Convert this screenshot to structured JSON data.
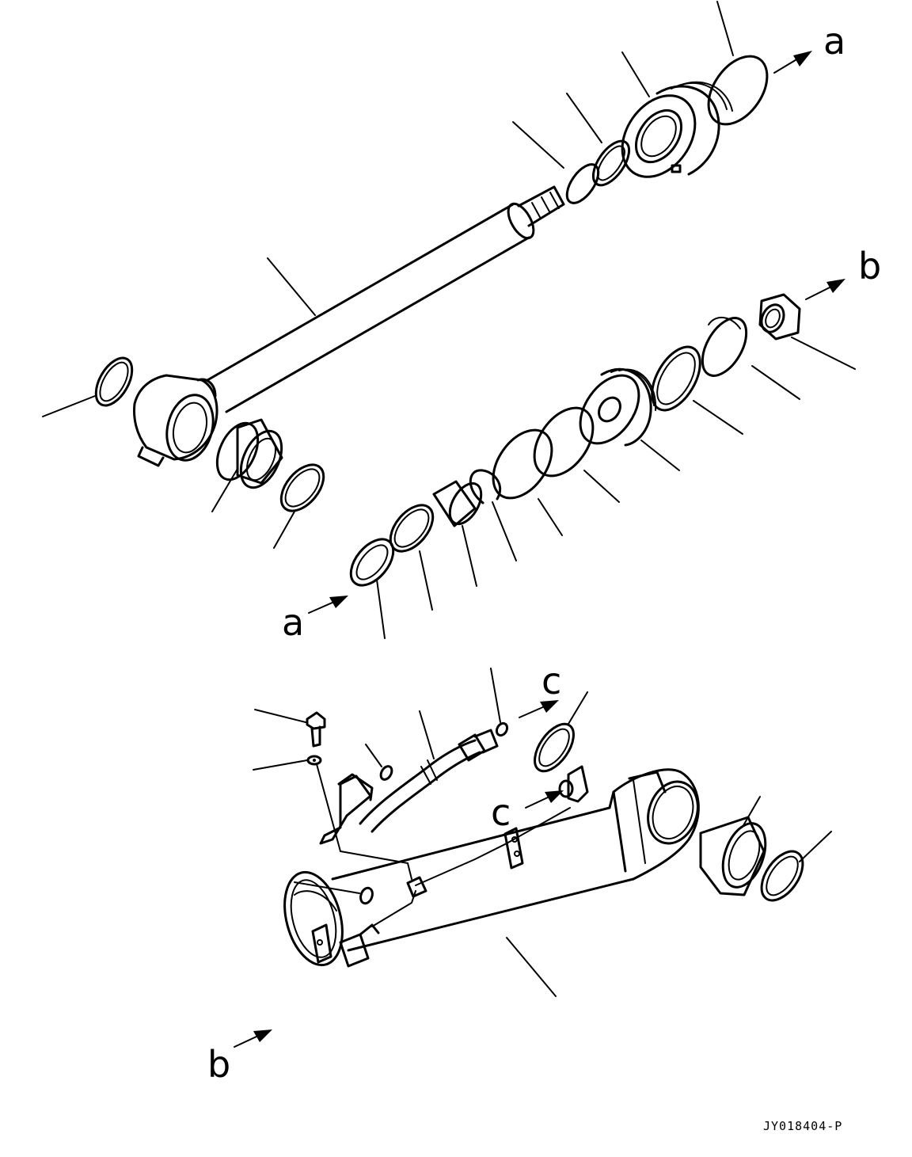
{
  "diagram": {
    "reference_letters": {
      "a_top": "a",
      "a_bottom": "a",
      "b_top": "b",
      "b_bottom": "b",
      "c_top": "c",
      "c_middle": "c"
    },
    "drawing_code": "JY018404-P"
  }
}
